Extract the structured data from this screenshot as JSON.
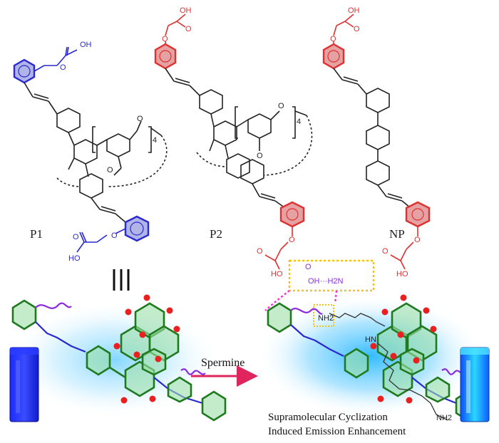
{
  "labels": {
    "p1": "P1",
    "p2": "P2",
    "np": "NP",
    "repeat_unit": "4",
    "arrow": "Spermine",
    "caption_line1": "Supramolecular Cyclization",
    "caption_line2": "Induced Emission Enhancement"
  },
  "chem_text": {
    "oh": "OH",
    "ho": "HO",
    "o": "O",
    "nh2": "NH2",
    "hn": "HN",
    "interaction": "OH···H2N"
  },
  "colors": {
    "p1_accent": "#2a2ad0",
    "p2_accent": "#e03030",
    "np_accent": "#e03030",
    "bond": "#222222",
    "green": "#2e9a2e",
    "purple": "#8a2be2",
    "magenta": "#ff2bd6",
    "highlight_box": "#f2c21b",
    "arrow": "#e0245e",
    "glow": "#7fd6ff"
  },
  "icons": [
    "vial-icon",
    "vial-icon-glowing",
    "equivalence-icon",
    "reaction-arrow-icon"
  ]
}
